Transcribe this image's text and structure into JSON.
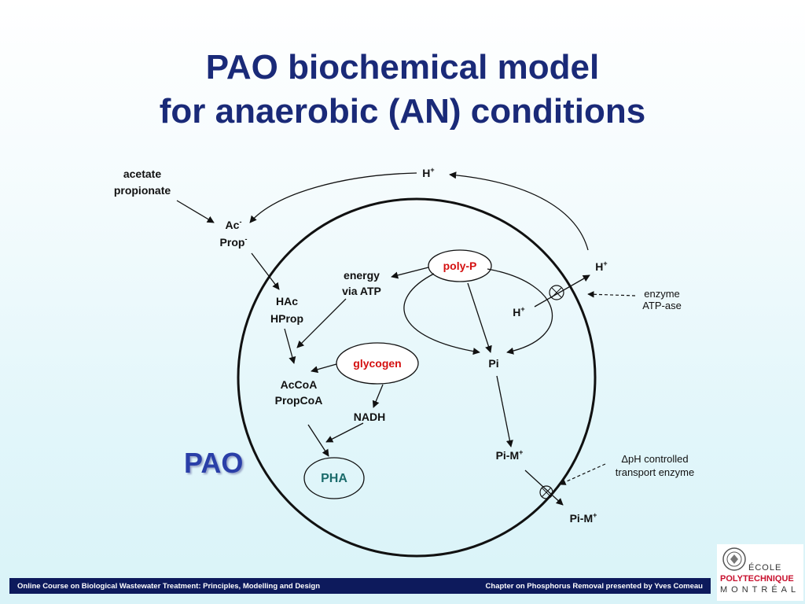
{
  "title": {
    "line1": "PAO biochemical model",
    "line2": "for anaerobic (AN) conditions"
  },
  "diagram": {
    "cell_label": "PAO",
    "labels": {
      "acetate": "acetate",
      "propionate": "propionate",
      "ac": "Ac",
      "ac_sup": "-",
      "prop": "Prop",
      "prop_sup": "-",
      "hac": "HAc",
      "hprop": "HProp",
      "acCoA": "AcCoA",
      "propCoA": "PropCoA",
      "energy": "energy",
      "via_atp": "via ATP",
      "polyp": "poly-P",
      "glycogen": "glycogen",
      "nadh": "NADH",
      "pha": "PHA",
      "pi": "Pi",
      "h_top": "H",
      "h_top_sup": "+",
      "h_right": "H",
      "h_right_sup": "+",
      "h_inner": "H",
      "h_inner_sup": "+",
      "enzyme": "enzyme",
      "atpase": "ATP-ase",
      "pim_in": "Pi-M",
      "pim_in_sup": "+",
      "pim_out": "Pi-M",
      "pim_out_sup": "+",
      "dph": "ΔpH controlled",
      "transport": "transport enzyme"
    }
  },
  "footer": {
    "left": "Online Course on Biological Wastewater Treatment: Principles, Modelling and Design",
    "right": "Chapter on Phosphorus Removal presented by Yves Comeau"
  },
  "logo": {
    "line1": "ÉCOLE",
    "line2": "POLYTECHNIQUE",
    "line3": "MONTRÉAL"
  }
}
